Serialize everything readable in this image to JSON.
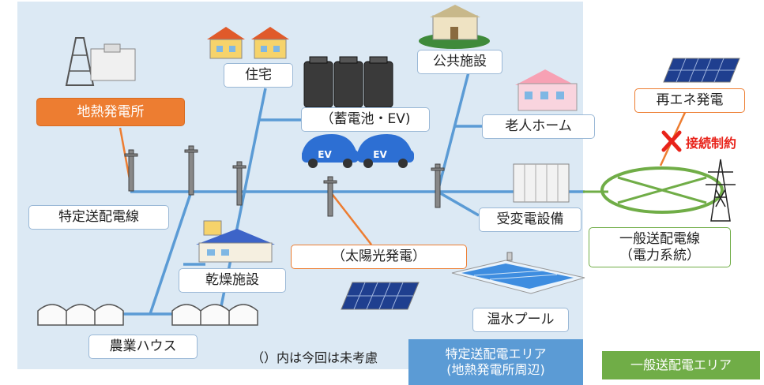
{
  "nodes": {
    "geothermal_plant": "地熱発電所",
    "housing": "住宅",
    "storage_ev": "（蓄電池・EV)",
    "public_facility": "公共施設",
    "elderly_home": "老人ホーム",
    "renewable_plant": "再エネ発電",
    "specific_line": "特定送配電線",
    "substation": "受変電設備",
    "solar": "（太陽光発電）",
    "drying_facility": "乾燥施設",
    "greenhouse": "農業ハウス",
    "hot_pool": "温水プール",
    "general_line_1": "一般送配電線",
    "general_line_2": "（電力系統）"
  },
  "ev_label": "EV",
  "constraint_label": "接続制約",
  "note": "（）内は今回は未考慮",
  "legend": {
    "specific_area_1": "特定送配電エリア",
    "specific_area_2": "(地熱発電所周辺)",
    "general_area": "一般送配電エリア"
  },
  "colors": {
    "specific_area_bg": "#dce9f4",
    "distribution_line": "#5b9bd5",
    "geothermal": "#ed7d31",
    "general_grid": "#70ad47",
    "constraint": "#e8231a",
    "legend_specific": "#5b9bd5",
    "legend_general": "#70ad47"
  }
}
